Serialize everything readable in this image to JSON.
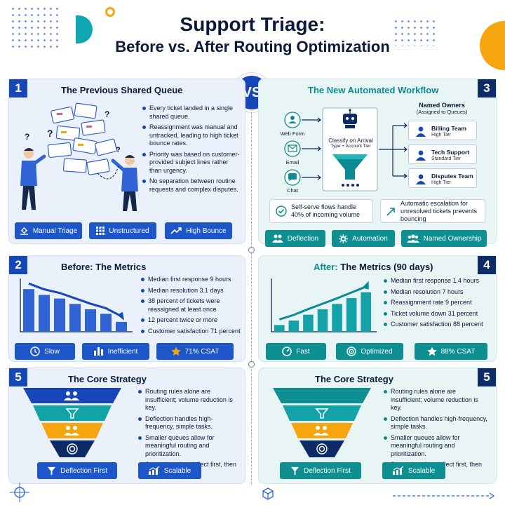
{
  "header": {
    "title_line1": "Support Triage:",
    "title_line2": "Before vs. After Routing Optimization",
    "vs": "VS"
  },
  "colors": {
    "blue": "#1746b8",
    "teal": "#0b8c95",
    "gold": "#f5a60f",
    "navy": "#0d2b66"
  },
  "panel1": {
    "num": "1",
    "title": "The Previous Shared Queue",
    "bullets": [
      "Every ticket landed in a single shared queue.",
      "Reassignment was manual and untracked, leading to high ticket bounce rates.",
      "Priority was based on customer-provided subject lines rather than urgency.",
      "No separation between routine requests and complex disputes."
    ],
    "buttons": [
      {
        "label": "Manual Triage",
        "icon": "gear-hand-icon"
      },
      {
        "label": "Unstructured",
        "icon": "grid-icon"
      },
      {
        "label": "High Bounce",
        "icon": "trend-icon"
      }
    ]
  },
  "panel3": {
    "num": "3",
    "title": "The New Automated Workflow",
    "channels": [
      "Web Form",
      "Email",
      "Chat"
    ],
    "classify": {
      "line1": "Classify on Arrival",
      "line2": "Type + Account Tier"
    },
    "owners_title": "Named Owners",
    "owners_sub": "(Assigned to Queues)",
    "owners": [
      {
        "name": "Billing Team",
        "tier": "High Tier"
      },
      {
        "name": "Tech Support",
        "tier": "Standard Tier"
      },
      {
        "name": "Disputes Team",
        "tier": "High Tier"
      }
    ],
    "note_left": "Self-serve flows handle 40% of incoming volume",
    "note_right": "Automatic escalation for unresolved tickets prevents bouncing",
    "buttons": [
      {
        "label": "Deflection",
        "icon": "people-icon"
      },
      {
        "label": "Automation",
        "icon": "gear-icon"
      },
      {
        "label": "Named Ownership",
        "icon": "team-icon"
      }
    ]
  },
  "panel2": {
    "num": "2",
    "title": "Before: The Metrics",
    "bullets": [
      "Median first response 9 hours",
      "Median resolution 3.1 days",
      "38 percent of tickets were reassigned at least once",
      "12 percent twice or more",
      "Customer satisfaction 71 percent"
    ],
    "bar_levels": [
      0.95,
      0.82,
      0.74,
      0.62,
      0.5,
      0.4,
      0.22
    ],
    "buttons": [
      {
        "label": "Slow",
        "icon": "clock-icon"
      },
      {
        "label": "Inefficient",
        "icon": "bars-icon"
      },
      {
        "label": "71% CSAT",
        "icon": "star-icon"
      }
    ]
  },
  "panel4": {
    "num": "4",
    "title_a": "After:",
    "title_b": " The Metrics (90 days)",
    "bullets": [
      "Median first response 1.4 hours",
      "Median resolution 7 hours",
      "Reassignment rate 9 percent",
      "Ticket volume down 31 percent",
      "Customer satisfaction 88 percent"
    ],
    "bar_levels": [
      0.15,
      0.25,
      0.38,
      0.5,
      0.62,
      0.75,
      0.88
    ],
    "buttons": [
      {
        "label": "Fast",
        "icon": "speed-icon"
      },
      {
        "label": "Optimized",
        "icon": "target-icon"
      },
      {
        "label": "88% CSAT",
        "icon": "star-icon"
      }
    ]
  },
  "panel5": {
    "num": "5",
    "title": "The Core Strategy",
    "bullets": [
      "Routing rules alone are insufficient; volume reduction is key.",
      "Deflection handles high-frequency, simple tasks.",
      "Smaller queues allow for meaningful routing and prioritization.",
      "Strategic order: deflect first, then route what is left."
    ],
    "buttons": [
      {
        "label": "Deflection First",
        "icon": "filter-icon"
      },
      {
        "label": "Scalable",
        "icon": "growth-icon"
      }
    ]
  },
  "panel6": {
    "num": "5",
    "title": "The Core Strategy",
    "bullets": [
      "Routing rules alone are insufficient; volume reduction is key.",
      "Deflection handles high-frequency, simple tasks.",
      "Smaller queues allow for meaningful routing and prioritization.",
      "Strategic order: deflect first, then route what is left."
    ],
    "buttons": [
      {
        "label": "Deflection First",
        "icon": "filter-icon"
      },
      {
        "label": "Scalable",
        "icon": "growth-icon"
      }
    ]
  }
}
